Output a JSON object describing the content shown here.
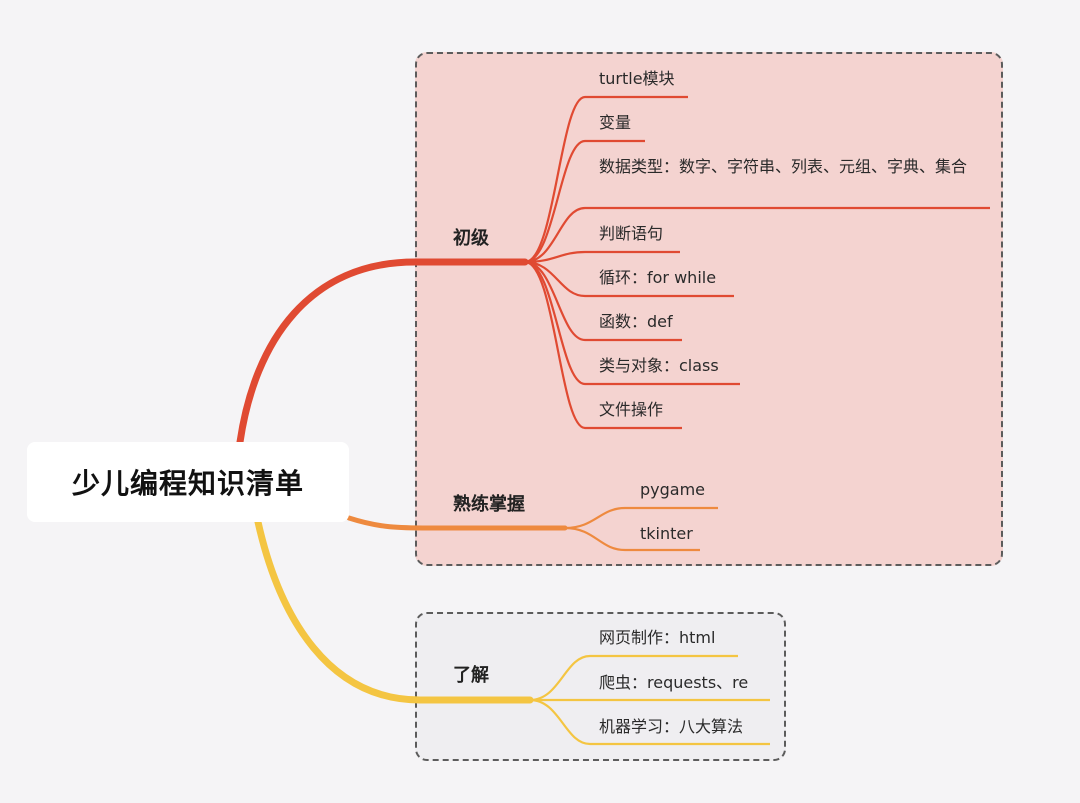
{
  "root": {
    "label": "少儿编程知识清单"
  },
  "colors": {
    "beginner": "#e04a32",
    "proficient": "#ee8a3f",
    "understand": "#f4c542",
    "box_upper": "#f4d3d0",
    "box_lower": "#efeef1"
  },
  "branches": {
    "beginner": {
      "label": "初级",
      "items": [
        "turtle模块",
        "变量",
        "数据类型：数字、字符串、列表、元组、字典、集合",
        "判断语句",
        "循环：for while",
        "函数：def",
        "类与对象：class",
        "文件操作"
      ]
    },
    "proficient": {
      "label": "熟练掌握",
      "items": [
        "pygame",
        "tkinter"
      ]
    },
    "understand": {
      "label": "了解",
      "items": [
        "网页制作：html",
        "爬虫：requests、re",
        "机器学习：八大算法"
      ]
    }
  }
}
